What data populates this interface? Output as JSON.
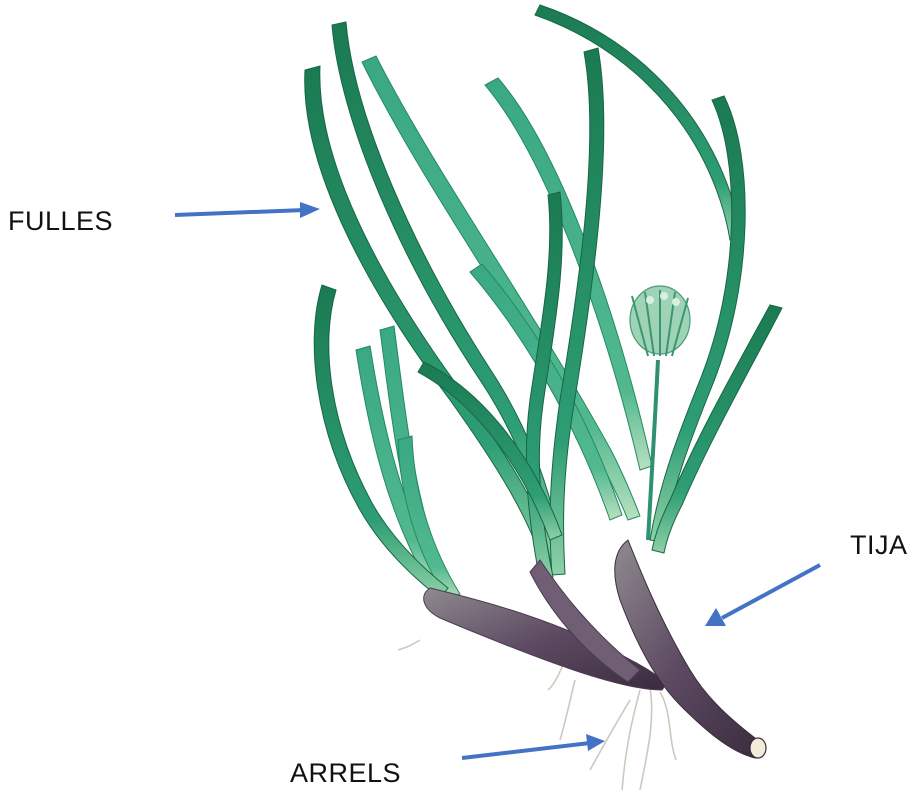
{
  "labels": {
    "leaves": "FULLES",
    "stem": "TIJA",
    "roots": "ARRELS"
  },
  "colors": {
    "arrow": "#4472c4",
    "leaf_dark": "#1e7d55",
    "leaf_light": "#3fae85",
    "stem_base": "#6b5a6e",
    "root": "#c9c2b8"
  }
}
